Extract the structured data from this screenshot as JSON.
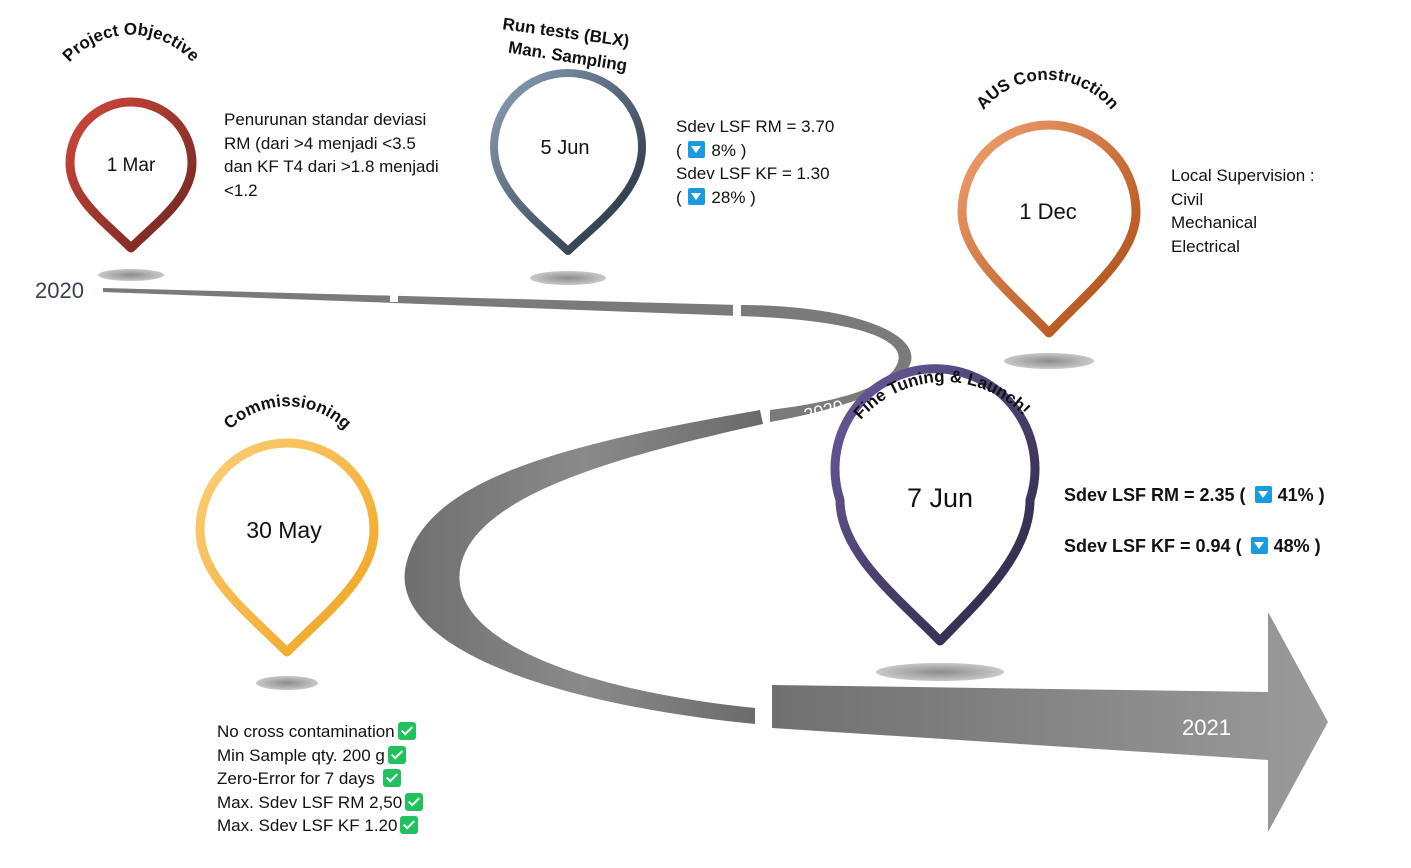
{
  "timeline": {
    "year_start": "2020",
    "year_mid": "2020",
    "year_end": "2021"
  },
  "milestones": [
    {
      "title": "Project Objective",
      "date": "1 Mar",
      "color_start": "#d0473a",
      "color_end": "#6b2620",
      "description": [
        "Penurunan standar deviasi",
        "RM (dari >4 menjadi <3.5",
        "dan KF T4 dari >1.8 menjadi",
        "<1.2"
      ]
    },
    {
      "title_lines": [
        "Run tests (BLX)",
        "Man. Sampling"
      ],
      "date": "5 Jun",
      "color_start": "#8da0b8",
      "color_end": "#1f2a38",
      "stats": [
        {
          "line1": "Sdev LSF RM = 3.70",
          "open": "(",
          "pct": "8%",
          "close": ")"
        },
        {
          "line1": "Sdev LSF KF = 1.30",
          "open": "(",
          "pct": "28%",
          "close": ")"
        }
      ]
    },
    {
      "title": "AUS Construction",
      "date": "1 Dec",
      "color_start": "#f2a070",
      "color_end": "#a8470f",
      "description": [
        "Local Supervision :",
        "Civil",
        "Mechanical",
        "Electrical"
      ]
    },
    {
      "title": "Commissioning",
      "date": "30 May",
      "color_start": "#fbcf78",
      "color_end": "#f0a21c",
      "criteria": [
        "No cross contamination",
        "Min Sample qty. 200 g",
        "Zero-Error for 7 days",
        "Max. Sdev LSF RM 2,50",
        "Max. Sdev LSF KF 1.20"
      ]
    },
    {
      "title": "Fine Tuning & Launch!",
      "date": "7 Jun",
      "color_start": "#6a5a9c",
      "color_end": "#2b2540",
      "stats": [
        {
          "label": "Sdev LSF RM = 2.35 (",
          "pct": "41%",
          "close": ")"
        },
        {
          "label": "Sdev LSF KF = 0.94 (",
          "pct": "48%",
          "close": ")"
        }
      ]
    }
  ],
  "icons": {
    "down_indicator": "down-arrow-icon",
    "check_indicator": "check-icon",
    "down_color": "#1a9be0",
    "check_color": "#21c25e"
  }
}
